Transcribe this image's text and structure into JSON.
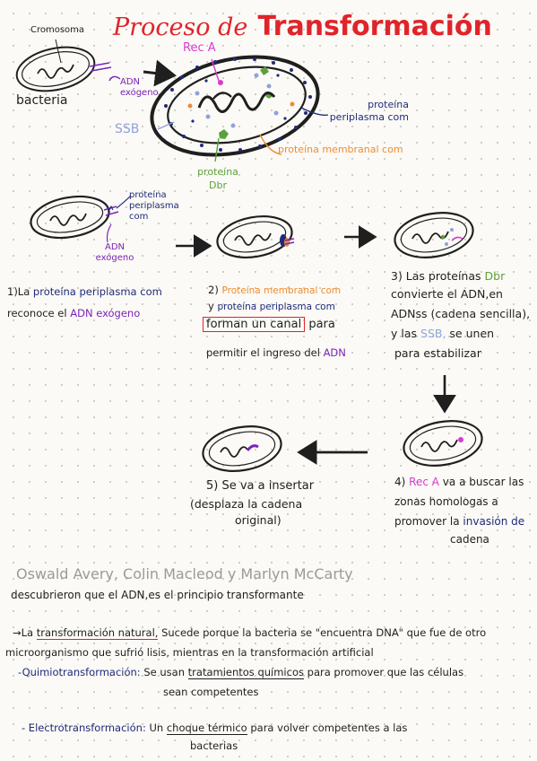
{
  "title": {
    "part1": "Proceso de",
    "part2": "Transformación"
  },
  "top": {
    "cromosoma": "Cromosoma",
    "bacteria": "bacteria",
    "adn_exogeno": "ADN exógeno",
    "rec_a": "Rec A",
    "ssb": "SSB",
    "proteina_periplasma": "proteína periplasma com",
    "proteina_membranal": "proteína membranal com",
    "proteina_dbr": "proteína Dbr"
  },
  "step1": {
    "protein_label": "proteína periplasma com",
    "adn_label": "ADN exógeno",
    "line1_num": "1)La",
    "line1_a": "proteína periplasma com",
    "line2_a": "reconoce el",
    "line2_b": "ADN exógeno"
  },
  "step2": {
    "line1_num": "2)",
    "line1_a": "Proteína membranal com",
    "line2_num": "y",
    "line2_a": "proteína periplasma com",
    "line3_boxed": "forman un canal",
    "line3_b": "para",
    "line4_a": "permitir el ingreso del",
    "line4_b": "ADN"
  },
  "step3": {
    "line1_a": "3) Las proteínas",
    "line1_b": "Dbr",
    "line2": "convierte el ADN,en",
    "line3": "ADNss (cadena sencilla),",
    "line4_a": "y las",
    "line4_b": "SSB,",
    "line4_c": "se unen",
    "line5": "para estabilizar"
  },
  "step4": {
    "line1_a": "4)",
    "line1_b": "Rec A",
    "line1_c": "va a buscar las",
    "line2": "zonas homologas a",
    "line3_a": "promover la",
    "line3_b": "invasión de",
    "line4": "cadena"
  },
  "step5": {
    "line1": "5) Se va a insertar",
    "line2": "(desplaza la cadena",
    "line3": "original)"
  },
  "authors": {
    "names": "Oswald Avery, Colin Macleod y Marlyn McCarty",
    "line2": "descubrieron que el ADN,es el principio transformante"
  },
  "notes": {
    "natural_a": "→La",
    "natural_b": "transformación natural,",
    "natural_c": "Sucede porque la bacteria se \"encuentra DNA\" que fue de otro",
    "natural_d": "microorganismo que sufrió lisis, mientras en la transformación artificial",
    "quimio_label": "-Quimiotransformación:",
    "quimio_a": "Se usan",
    "quimio_b": "tratamientos químicos",
    "quimio_c": "para promover que las células",
    "quimio_d": "sean competentes",
    "electro_label": "- Electrotransformación:",
    "electro_a": "Un",
    "electro_b": "choque térmico",
    "electro_c": "para volver competentes a las",
    "electro_d": "bacterias"
  },
  "colors": {
    "navy": "#1f2a7a",
    "purple": "#7a23b8",
    "magenta": "#d63bd0",
    "green": "#5aa13a",
    "orange": "#ee8c2f",
    "red": "#e0242a",
    "light_blue": "#8ea2dc"
  }
}
